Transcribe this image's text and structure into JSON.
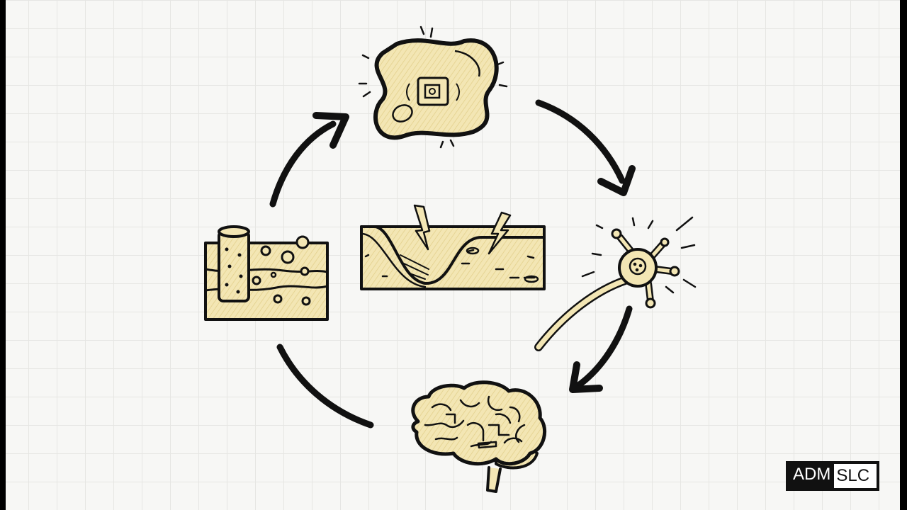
{
  "diagram": {
    "colors": {
      "paper": "#f7f7f5",
      "grid": "#e6e6e3",
      "ink": "#111111",
      "fill": "#f3e6b4"
    },
    "nodes": [
      {
        "id": "cell",
        "icon": "cell-icon"
      },
      {
        "id": "neuron",
        "icon": "neuron-icon"
      },
      {
        "id": "brain",
        "icon": "brain-icon"
      },
      {
        "id": "tissue",
        "icon": "tissue-cross-section-icon"
      }
    ],
    "center": {
      "icon": "tissue-injury-icon"
    }
  },
  "logo": {
    "part1": "ADM",
    "part2": "SLC"
  }
}
